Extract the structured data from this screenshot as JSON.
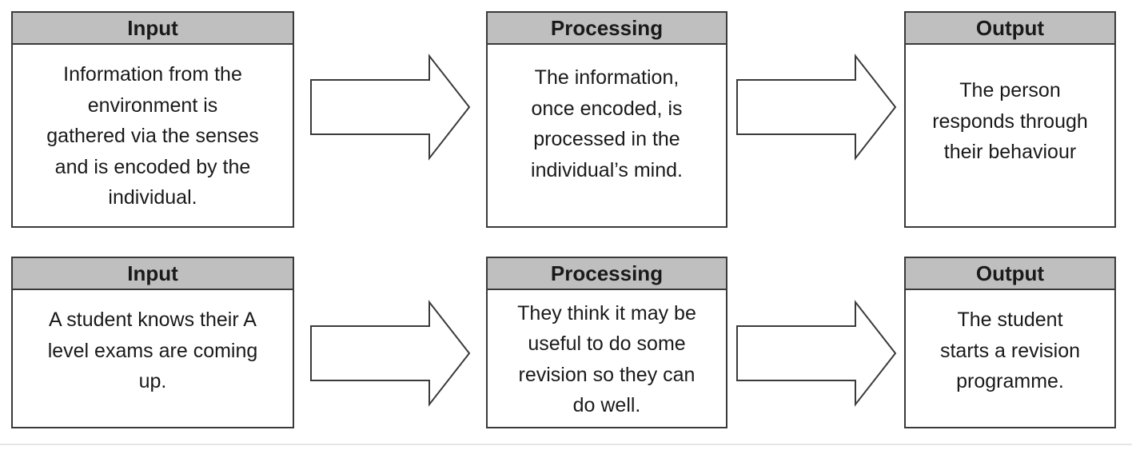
{
  "rows": [
    {
      "input": {
        "title": "Input",
        "lines": [
          "Information from the",
          "environment is",
          "gathered via the senses",
          "and is encoded by the",
          "individual."
        ]
      },
      "processing": {
        "title": "Processing",
        "lines": [
          "The information,",
          "once encoded, is",
          "processed in the",
          "individual’s mind."
        ]
      },
      "output": {
        "title": "Output",
        "lines": [
          "The person",
          "responds through",
          "their behaviour"
        ]
      }
    },
    {
      "input": {
        "title": "Input",
        "lines": [
          "A student knows their A",
          "level exams are coming",
          "up."
        ]
      },
      "processing": {
        "title": "Processing",
        "lines": [
          "They think it may be",
          "useful to do some",
          "revision so they can",
          "do well."
        ]
      },
      "output": {
        "title": "Output",
        "lines": [
          "The student",
          "starts a revision",
          "programme."
        ]
      }
    }
  ],
  "colors": {
    "header_fill": "#bfbfbf",
    "border": "#3a3a3a",
    "arrow_stroke": "#3a3a3a",
    "background": "#ffffff"
  }
}
